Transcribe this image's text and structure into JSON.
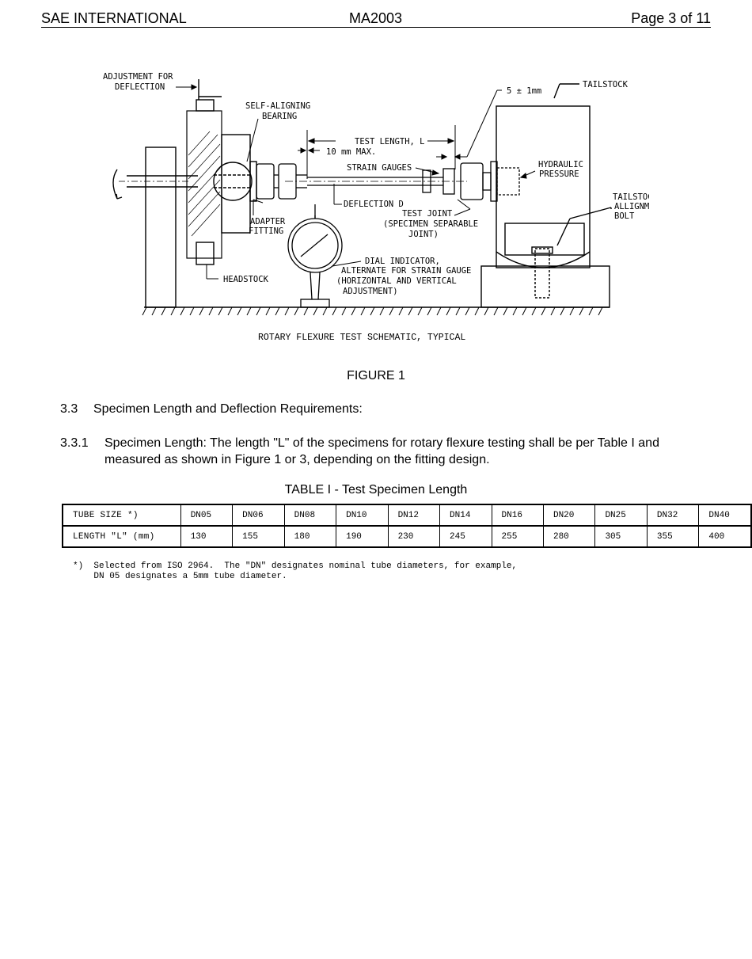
{
  "header": {
    "org": "SAE INTERNATIONAL",
    "doc_id": "MA2003",
    "page": "Page 3 of 11"
  },
  "figure": {
    "labels": {
      "adjustment_1": "ADJUSTMENT FOR",
      "adjustment_2": "DEFLECTION",
      "self_aligning_1": "SELF-ALIGNING",
      "self_aligning_2": "BEARING",
      "tolerance": "5 ± 1mm",
      "tailstock": "TAILSTOCK",
      "test_length": "TEST LENGTH, L",
      "max": "10 mm MAX.",
      "strain_gauges": "STRAIN GAUGES",
      "hydraulic_1": "HYDRAULIC",
      "hydraulic_2": "PRESSURE",
      "tail_align_1": "TAILSTOCK",
      "tail_align_2": "ALLIGNMENT",
      "tail_align_3": "BOLT",
      "deflection": "DEFLECTION D",
      "test_joint_1": "TEST JOINT",
      "test_joint_2": "(SPECIMEN SEPARABLE",
      "test_joint_3": "JOINT)",
      "adapter_1": "ADAPTER",
      "adapter_2": "FITTING",
      "dial_1": "DIAL INDICATOR,",
      "dial_2": "ALTERNATE FOR STRAIN GAUGE",
      "dial_3": "(HORIZONTAL AND VERTICAL",
      "dial_4": "ADJUSTMENT)",
      "headstock": "HEADSTOCK"
    },
    "caption": "ROTARY FLEXURE TEST SCHEMATIC, TYPICAL",
    "figure_label": "FIGURE 1"
  },
  "section_3_3": {
    "number": "3.3",
    "title": "Specimen Length and Deflection Requirements:"
  },
  "section_3_3_1": {
    "number": "3.3.1",
    "text": "Specimen Length:  The length \"L\" of the specimens for rotary flexure testing shall be per Table I and measured as shown in Figure 1 or 3, depending on the fitting design."
  },
  "table": {
    "title": "TABLE I - Test Specimen Length",
    "row1_label": "TUBE SIZE *)",
    "row2_label": "LENGTH \"L\" (mm)",
    "sizes": [
      "DN05",
      "DN06",
      "DN08",
      "DN10",
      "DN12",
      "DN14",
      "DN16",
      "DN20",
      "DN25",
      "DN32",
      "DN40"
    ],
    "lengths": [
      "130",
      "155",
      "180",
      "190",
      "230",
      "245",
      "255",
      "280",
      "305",
      "355",
      "400"
    ]
  },
  "footnote": {
    "marker": "*)",
    "line1": "Selected from ISO 2964.  The \"DN\" designates nominal tube diameters, for example,",
    "line2": "DN 05 designates a 5mm tube diameter."
  }
}
